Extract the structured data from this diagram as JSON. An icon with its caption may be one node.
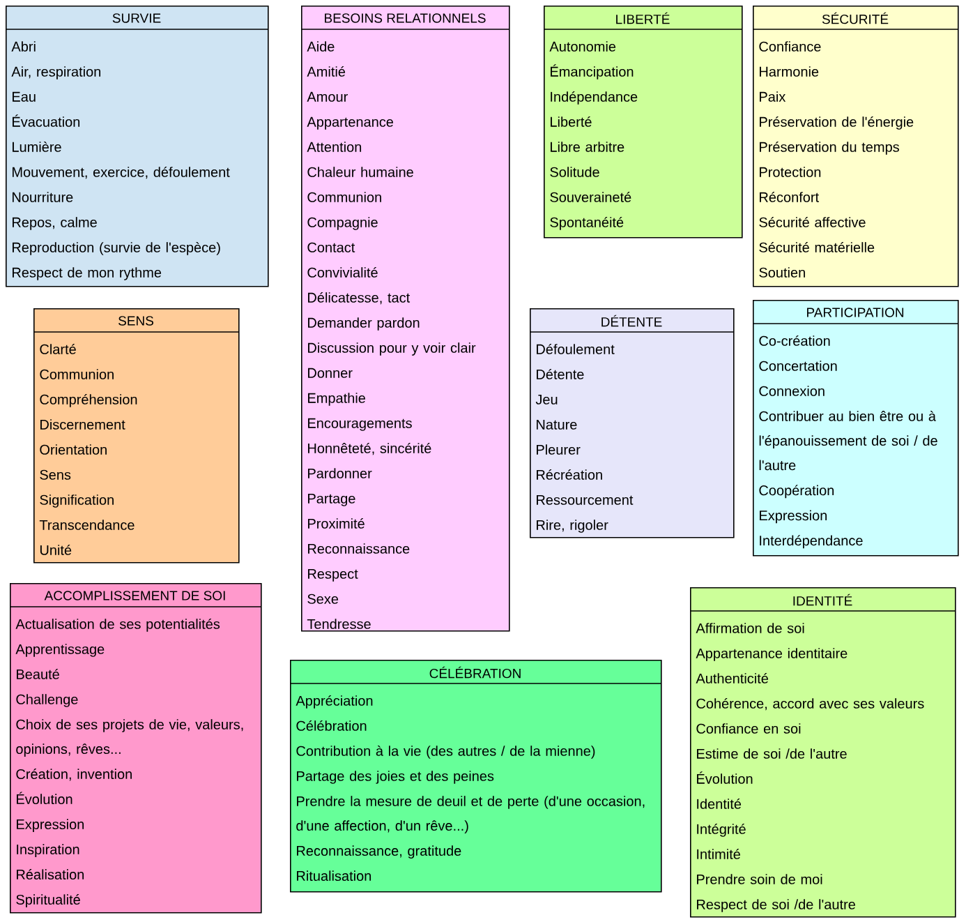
{
  "diagram": {
    "nodes": [
      {
        "text": [
          "SURVIE",
          "Abri",
          "Air, respiration",
          "Eau",
          "Évacuation",
          "Lumière",
          "Mouvement, exercice, défoulement",
          "Nourriture",
          "Repos, calme",
          "Reproduction (survie de l'espèce)",
          "Respect de mon rythme"
        ]
      },
      {
        "text": [
          "BESOINS RELATIONNELS",
          "Aide",
          "Amitié",
          "Amour",
          "Appartenance",
          "Attention",
          "Chaleur humaine",
          "Communion",
          "Compagnie",
          "Contact",
          "Convivialité",
          "Délicatesse, tact",
          "Demander pardon",
          "Discussion pour y voir clair",
          "Donner",
          "Empathie",
          "Encouragements",
          "Honnêteté, sincérité",
          "Pardonner",
          "Partage",
          "Proximité",
          "Reconnaissance",
          "Respect",
          "Sexe",
          "Tendresse"
        ]
      },
      {
        "text": [
          "LIBERTÉ",
          "Autonomie",
          "Émancipation",
          "Indépendance",
          "Liberté",
          "Libre arbitre",
          "Solitude",
          "Souveraineté",
          "Spontanéité"
        ]
      },
      {
        "text": [
          "SÉCURITÉ",
          "Confiance",
          "Harmonie",
          "Paix",
          "Préservation de l'énergie",
          "Préservation du temps",
          "Protection",
          "Réconfort",
          "Sécurité affective",
          "Sécurité matérielle",
          "Soutien"
        ]
      },
      {
        "text": [
          "SENS",
          "Clarté",
          "Communion",
          "Compréhension",
          "Discernement",
          "Orientation",
          "Sens",
          "Signification",
          "Transcendance",
          "Unité"
        ]
      },
      {
        "text": [
          "DÉTENTE",
          "Défoulement",
          "Détente",
          "Jeu",
          "Nature",
          "Pleurer",
          "Récréation",
          "Ressourcement",
          "Rire, rigoler"
        ]
      },
      {
        "text": [
          "PARTICIPATION",
          "Co-création",
          "Concertation",
          "Connexion",
          "Contribuer au bien être ou à l'épanouissement de soi / de l'autre",
          "Coopération",
          "Expression",
          "Interdépendance"
        ]
      },
      {
        "text": [
          "ACCOMPLISSEMENT DE SOI",
          "Actualisation de ses potentialités",
          "Apprentissage",
          "Beauté",
          "Challenge",
          "Choix de ses projets de vie, valeurs, opinions, rêves...",
          "Création, invention",
          "Évolution",
          "Expression",
          "Inspiration",
          "Réalisation",
          "Spiritualité"
        ]
      },
      {
        "text": [
          "CÉLÉBRATION",
          "Appréciation",
          "Célébration",
          "Contribution à la vie (des autres / de la mienne)",
          "Partage des joies et des peines",
          "Prendre la mesure de deuil et de perte (d'une occasion, d'une affection, d'un rêve...)",
          "Reconnaissance, gratitude",
          "Ritualisation"
        ]
      },
      {
        "text": [
          "IDENTITÉ",
          "Affirmation de soi",
          "Appartenance identitaire",
          "Authenticité",
          "Cohérence, accord avec ses valeurs",
          "Confiance en soi",
          "Estime de soi /de l'autre",
          "Évolution",
          "Identité",
          "Intégrité",
          "Intimité",
          "Prendre soin de moi",
          "Respect de soi /de l'autre"
        ]
      }
    ]
  }
}
